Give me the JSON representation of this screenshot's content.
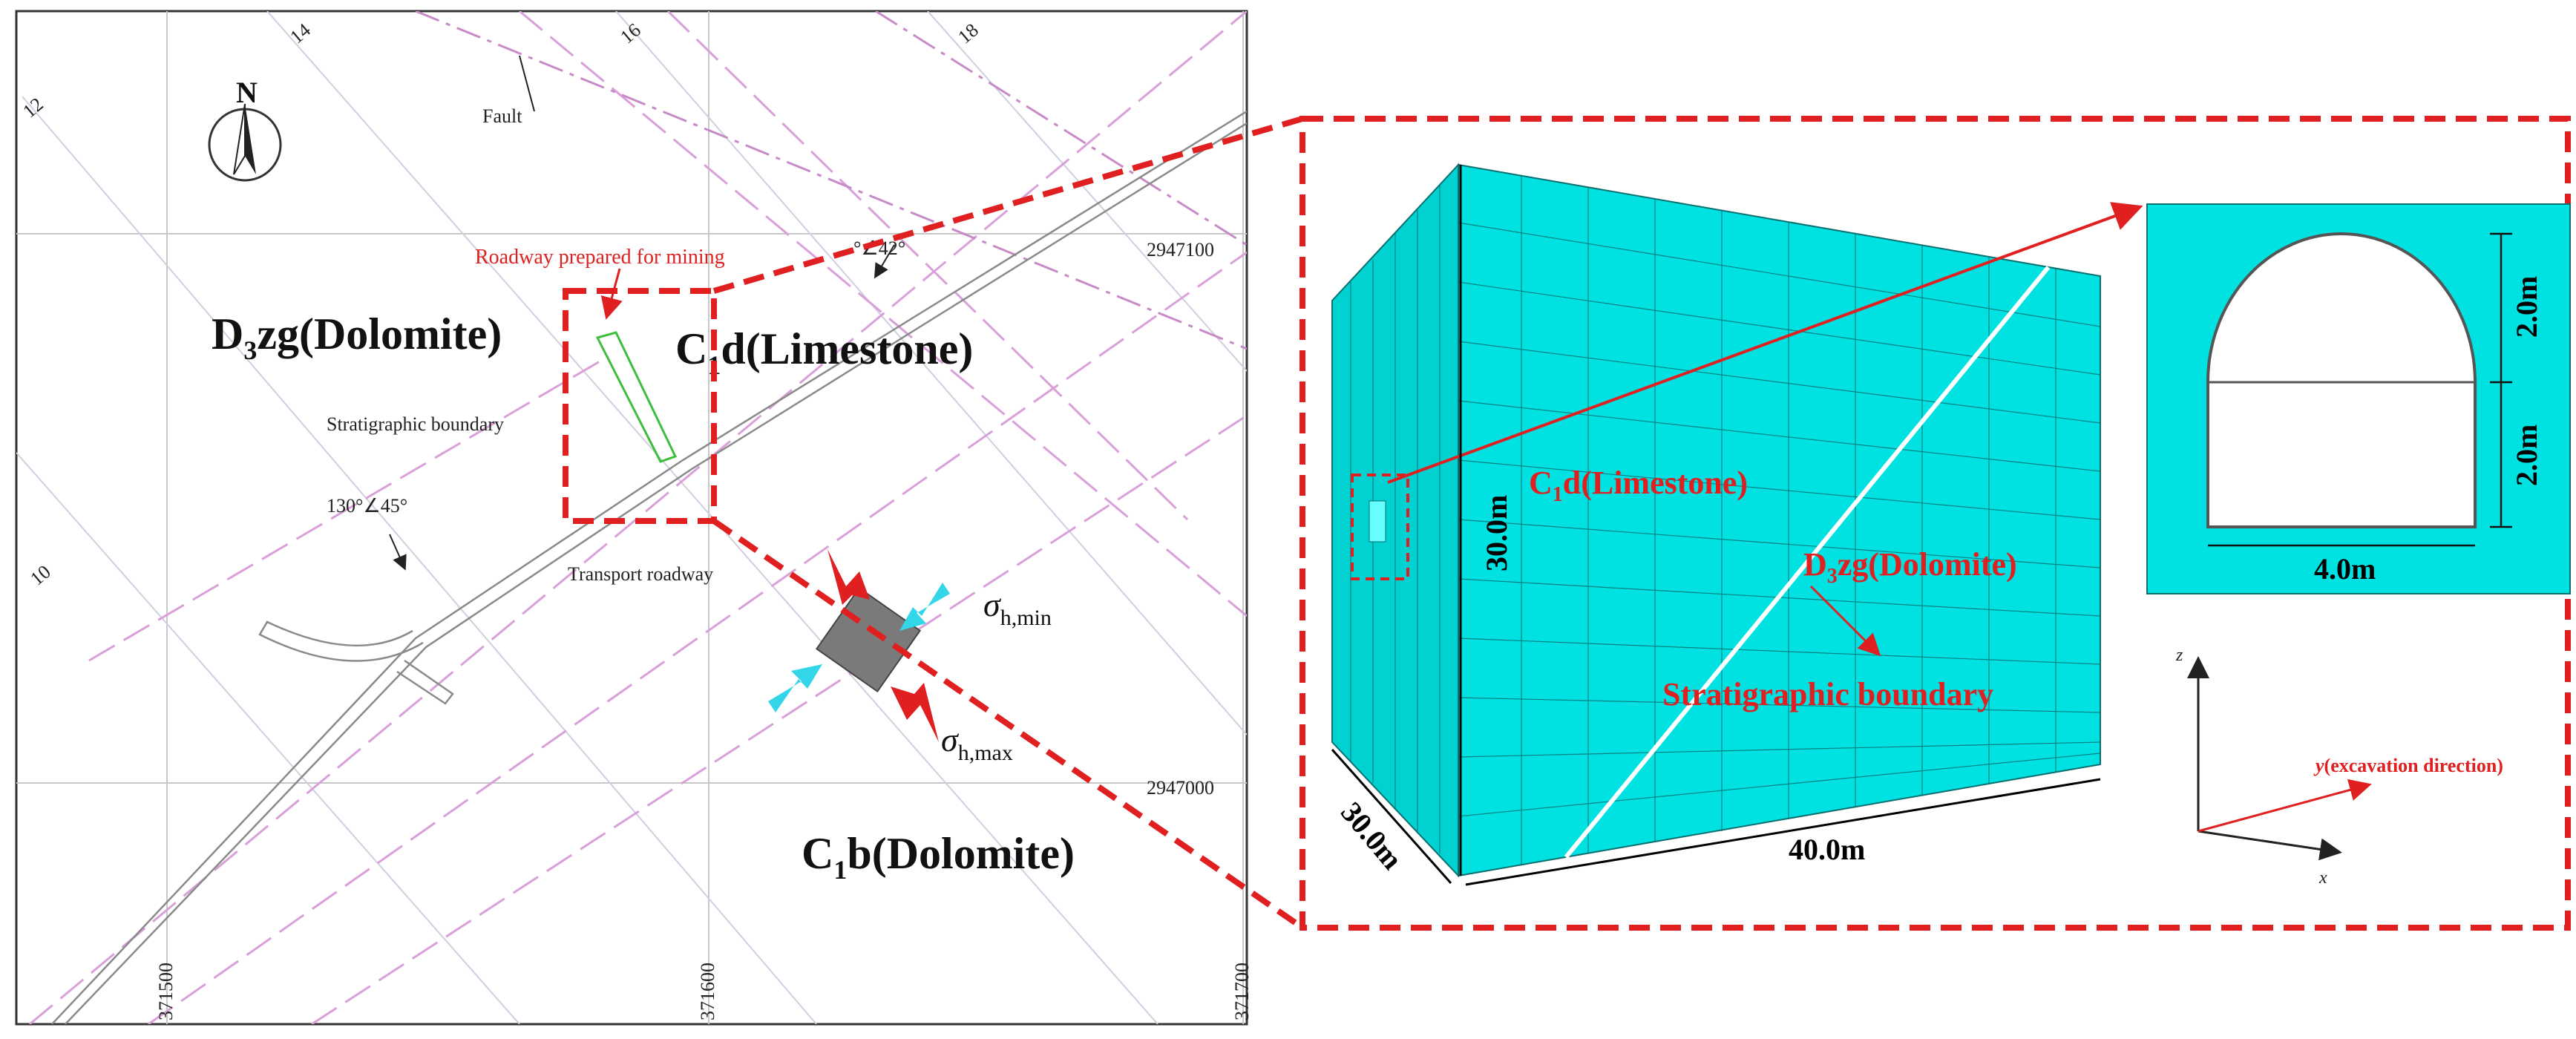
{
  "map": {
    "north": "N",
    "grid_numbers": [
      "12",
      "14",
      "16",
      "18",
      "10"
    ],
    "northing_top": "2947100",
    "northing_bottom": "2947000",
    "eastings": [
      "371500",
      "371600",
      "371700"
    ],
    "fault": "Fault",
    "roadway_mining": "Roadway prepared for mining",
    "dip_right": "°∠42°",
    "stratigraphic_boundary": "Stratigraphic boundary",
    "dip_left": "130°∠45°",
    "transport_roadway": "Transport roadway",
    "unit_d3zg": {
      "base": "D",
      "sub": "3",
      "rest": "zg(Dolomite)"
    },
    "unit_c1d": {
      "base": "C",
      "sub": "1",
      "rest": "d(Limestone)"
    },
    "unit_c1b": {
      "base": "C",
      "sub": "1",
      "rest": "b(Dolomite)"
    },
    "sigma_min": {
      "sym": "σ",
      "sub": "h,min"
    },
    "sigma_max": {
      "sym": "σ",
      "sub": "h,max"
    }
  },
  "model": {
    "height": "30.0m",
    "depth": "30.0m",
    "length": "40.0m",
    "c1d": {
      "base": "C",
      "sub": "1",
      "rest": "d(Limestone)"
    },
    "d3zg": {
      "base": "D",
      "sub": "3",
      "rest": "zg(Dolomite)"
    },
    "boundary": "Stratigraphic boundary"
  },
  "tunnel": {
    "arch_height": "2.0m",
    "wall_height": "2.0m",
    "width": "4.0m"
  },
  "axes": {
    "z": "z",
    "x": "x",
    "y_symbol": "y",
    "y_text": "(excavation direction)"
  },
  "colors": {
    "mesh": "#00e2e2",
    "mesh_line": "#0a6f6f",
    "highlight": "#e02020",
    "stress_min": "#33d6e8",
    "stress_max": "#e02020"
  }
}
